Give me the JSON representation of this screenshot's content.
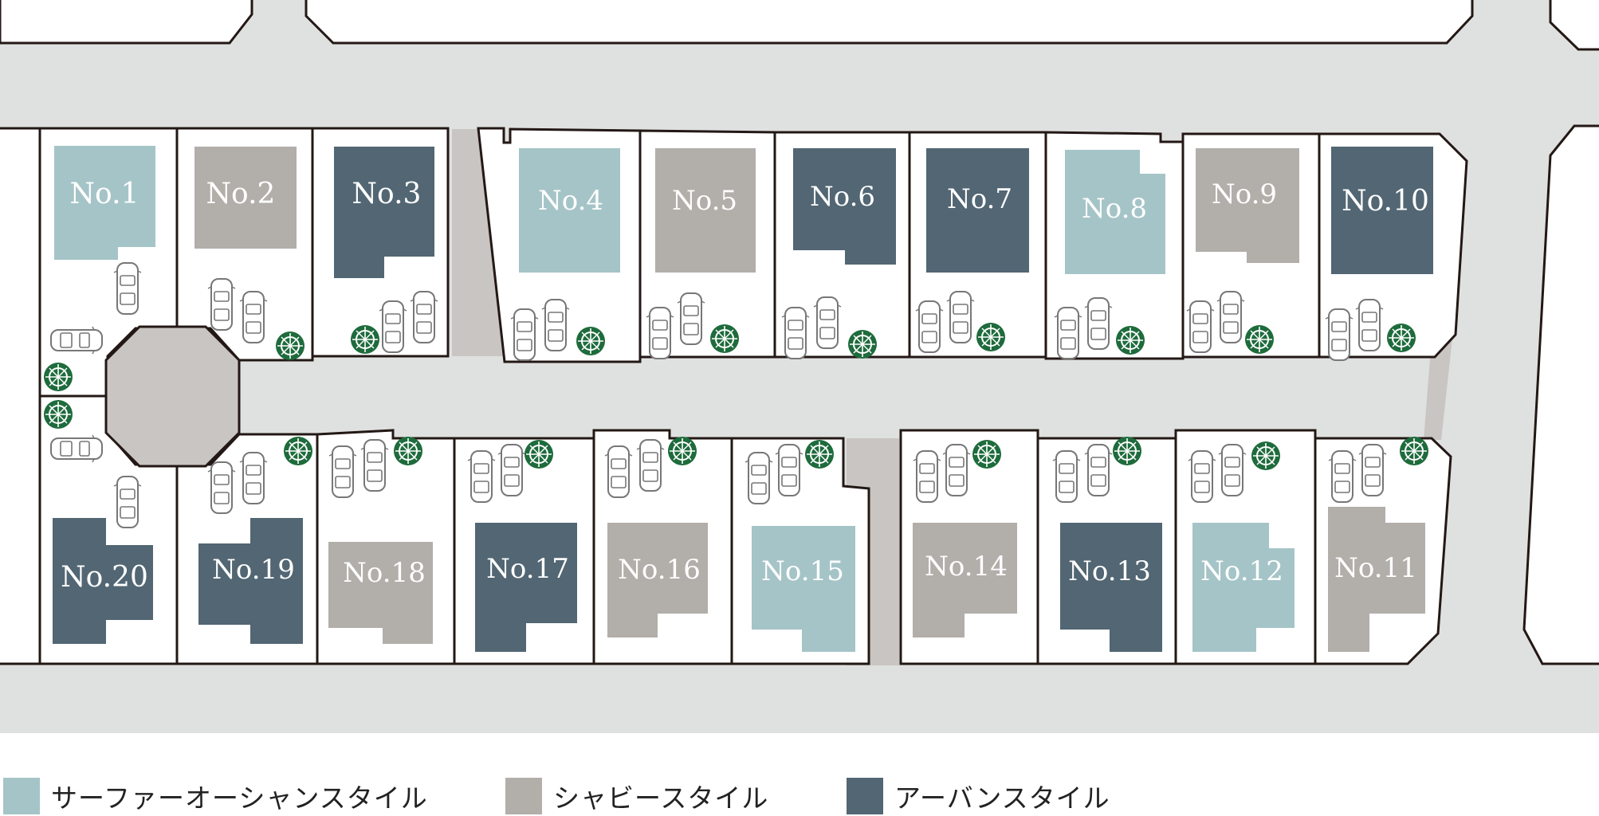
{
  "colors": {
    "surfer_ocean": "#A5C4C7",
    "shabby": "#B2AEAA",
    "urban": "#526673",
    "road": "#DFE1E0",
    "path": "#C8C5C2",
    "lot_bg": "#FFFFFF",
    "outline": "#231815",
    "tree": "#1E6B3C"
  },
  "legend": [
    {
      "style": "surfer_ocean",
      "label": "サーファーオーシャンスタイル"
    },
    {
      "style": "shabby",
      "label": "シャビースタイル"
    },
    {
      "style": "urban",
      "label": "アーバンスタイル"
    }
  ],
  "lots": [
    {
      "number": "1",
      "label": "No.1",
      "style": "surfer_ocean",
      "icons": [
        "car-icon",
        "car-icon",
        "tree-icon"
      ]
    },
    {
      "number": "2",
      "label": "No.2",
      "style": "shabby",
      "icons": [
        "car-icon",
        "car-icon",
        "tree-icon"
      ]
    },
    {
      "number": "3",
      "label": "No.3",
      "style": "urban",
      "icons": [
        "car-icon",
        "car-icon",
        "tree-icon"
      ]
    },
    {
      "number": "4",
      "label": "No.4",
      "style": "surfer_ocean",
      "icons": [
        "car-icon",
        "car-icon",
        "tree-icon"
      ]
    },
    {
      "number": "5",
      "label": "No.5",
      "style": "shabby",
      "icons": [
        "car-icon",
        "car-icon",
        "tree-icon"
      ]
    },
    {
      "number": "6",
      "label": "No.6",
      "style": "urban",
      "icons": [
        "car-icon",
        "car-icon",
        "tree-icon"
      ]
    },
    {
      "number": "7",
      "label": "No.7",
      "style": "urban",
      "icons": [
        "car-icon",
        "car-icon",
        "tree-icon"
      ]
    },
    {
      "number": "8",
      "label": "No.8",
      "style": "surfer_ocean",
      "icons": [
        "car-icon",
        "car-icon",
        "tree-icon"
      ]
    },
    {
      "number": "9",
      "label": "No.9",
      "style": "shabby",
      "icons": [
        "car-icon",
        "car-icon",
        "tree-icon"
      ]
    },
    {
      "number": "10",
      "label": "No.10",
      "style": "urban",
      "icons": [
        "car-icon",
        "car-icon",
        "tree-icon"
      ]
    },
    {
      "number": "11",
      "label": "No.11",
      "style": "shabby",
      "icons": [
        "car-icon",
        "car-icon",
        "tree-icon"
      ]
    },
    {
      "number": "12",
      "label": "No.12",
      "style": "surfer_ocean",
      "icons": [
        "car-icon",
        "car-icon",
        "tree-icon"
      ]
    },
    {
      "number": "13",
      "label": "No.13",
      "style": "urban",
      "icons": [
        "car-icon",
        "car-icon",
        "tree-icon"
      ]
    },
    {
      "number": "14",
      "label": "No.14",
      "style": "shabby",
      "icons": [
        "car-icon",
        "car-icon",
        "tree-icon"
      ]
    },
    {
      "number": "15",
      "label": "No.15",
      "style": "surfer_ocean",
      "icons": [
        "car-icon",
        "car-icon",
        "tree-icon"
      ]
    },
    {
      "number": "16",
      "label": "No.16",
      "style": "shabby",
      "icons": [
        "car-icon",
        "car-icon",
        "tree-icon"
      ]
    },
    {
      "number": "17",
      "label": "No.17",
      "style": "urban",
      "icons": [
        "car-icon",
        "car-icon",
        "tree-icon"
      ]
    },
    {
      "number": "18",
      "label": "No.18",
      "style": "shabby",
      "icons": [
        "car-icon",
        "car-icon",
        "tree-icon"
      ]
    },
    {
      "number": "19",
      "label": "No.19",
      "style": "urban",
      "icons": [
        "car-icon",
        "car-icon",
        "tree-icon"
      ]
    },
    {
      "number": "20",
      "label": "No.20",
      "style": "urban",
      "icons": [
        "car-icon",
        "car-icon",
        "tree-icon"
      ]
    }
  ]
}
